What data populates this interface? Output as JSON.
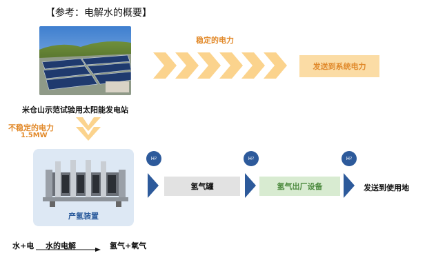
{
  "title": "【参考：电解水的概要】",
  "stable_power": "稳定的电力",
  "send_to_system": "发送到系统电力",
  "site_name": "米仓山示范试验用太阳能发电站",
  "unstable_power": "不稳定的电力",
  "power_rating": "1.5MW",
  "device_label": "产氢装置",
  "h2_label": "H",
  "h2_subscript": "2",
  "tank_label": "氢气罐",
  "outlet_label": "氢气出厂设备",
  "send_to_use": "发送到使用地",
  "equation": {
    "left": "水+电",
    "process": "水的电解",
    "right": "氢气+氧气"
  },
  "colors": {
    "orange_text": "#e28a2b",
    "chevron": "#fbd38d",
    "navy": "#2d5a9b",
    "device_bg": "#dde8f4",
    "tank_bg": "#e2e2e2",
    "outlet_bg": "#d8ebd1",
    "outlet_text": "#4c8a3e"
  }
}
